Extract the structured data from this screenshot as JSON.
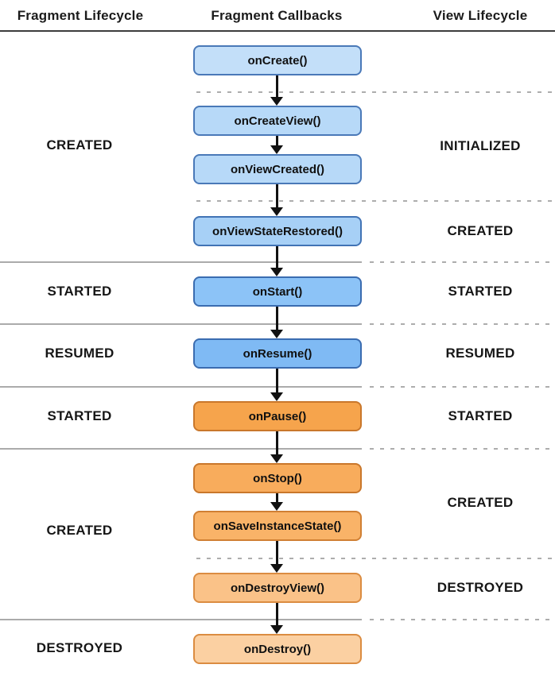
{
  "header": {
    "fragment_lifecycle": "Fragment Lifecycle",
    "fragment_callbacks": "Fragment Callbacks",
    "view_lifecycle": "View Lifecycle"
  },
  "callbacks": [
    {
      "label": "onCreate()",
      "fill": "#C3DFF9",
      "border": "#4A79B8"
    },
    {
      "label": "onCreateView()",
      "fill": "#B7D9F8",
      "border": "#4A79B8"
    },
    {
      "label": "onViewCreated()",
      "fill": "#B7D9F8",
      "border": "#4A79B8"
    },
    {
      "label": "onViewStateRestored()",
      "fill": "#A7D0F6",
      "border": "#4173B5"
    },
    {
      "label": "onStart()",
      "fill": "#8CC3F7",
      "border": "#3A6CB0"
    },
    {
      "label": "onResume()",
      "fill": "#7FBAF4",
      "border": "#3A6CB0"
    },
    {
      "label": "onPause()",
      "fill": "#F6A44C",
      "border": "#C9772B"
    },
    {
      "label": "onStop()",
      "fill": "#F8AC5C",
      "border": "#C9772B"
    },
    {
      "label": "onSaveInstanceState()",
      "fill": "#F9B368",
      "border": "#D07F33"
    },
    {
      "label": "onDestroyView()",
      "fill": "#FAC288",
      "border": "#DB8C41"
    },
    {
      "label": "onDestroy()",
      "fill": "#FBD0A2",
      "border": "#DB8C41"
    }
  ],
  "fragment_states": [
    {
      "label": "CREATED"
    },
    {
      "label": "STARTED"
    },
    {
      "label": "RESUMED"
    },
    {
      "label": "STARTED"
    },
    {
      "label": "CREATED"
    },
    {
      "label": "DESTROYED"
    }
  ],
  "view_states": [
    {
      "label": "INITIALIZED"
    },
    {
      "label": "CREATED"
    },
    {
      "label": "STARTED"
    },
    {
      "label": "RESUMED"
    },
    {
      "label": "STARTED"
    },
    {
      "label": "CREATED"
    },
    {
      "label": "DESTROYED"
    }
  ],
  "colors": {
    "background": "#FFFFFF",
    "text": "#161616",
    "header_rule": "#3C3C3C",
    "solid_divider": "#ABABAB",
    "dashed_divider": "#ADADAD",
    "arrow": "#111111"
  }
}
